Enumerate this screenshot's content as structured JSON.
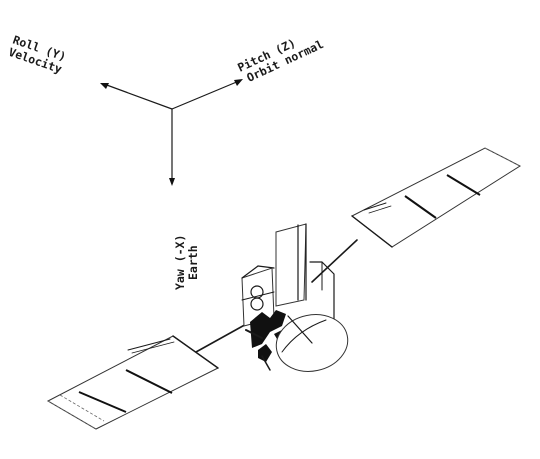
{
  "axes": {
    "roll": {
      "line1": "Roll (Y)",
      "line2": "Velocity"
    },
    "pitch": {
      "line1": "Pitch (Z)",
      "line2": "Orbit normal"
    },
    "yaw": {
      "line1": "Yaw (-X)",
      "line2": "Earth"
    }
  },
  "ink_color": "#1a1a1a",
  "icons": [
    "arrow-head-icon",
    "satellite-icon"
  ]
}
